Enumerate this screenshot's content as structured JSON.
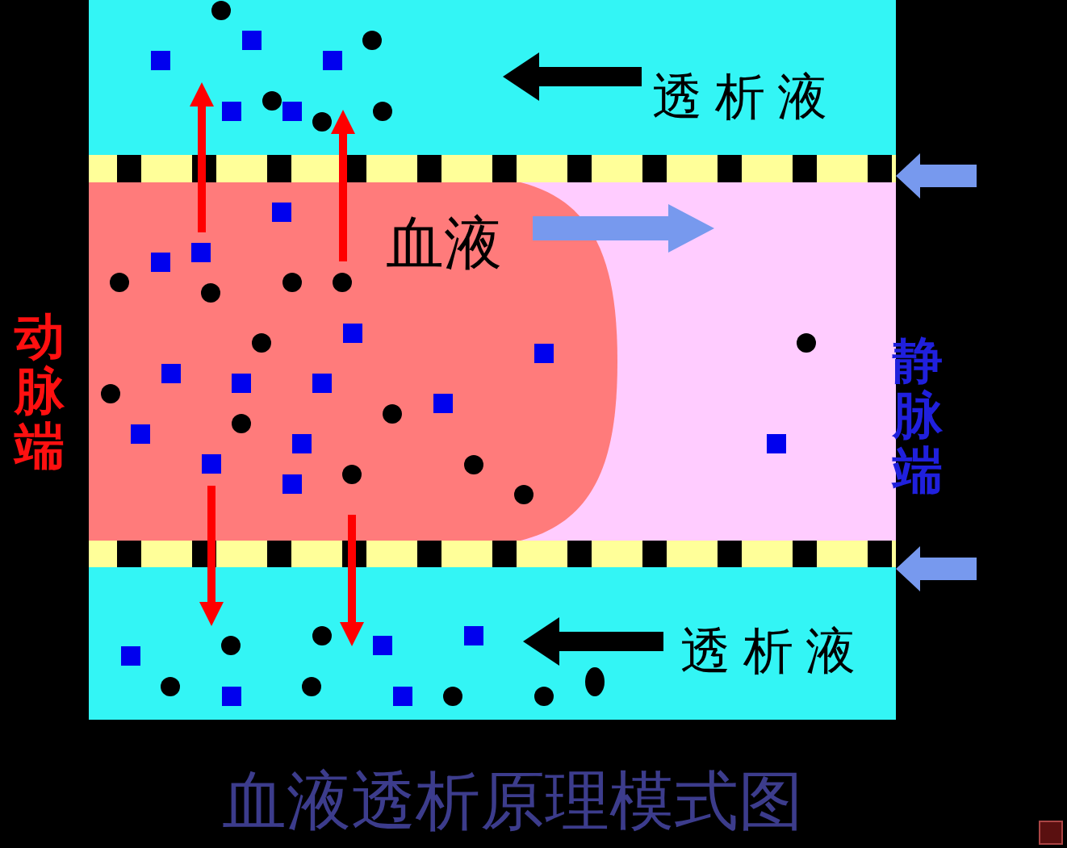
{
  "diagram": {
    "caption": "血液透析原理模式图",
    "nodes": [
      {
        "text": [
          "透 析 液"
        ]
      },
      {
        "text": [
          "血液"
        ]
      },
      {
        "text": [
          "透 析 液"
        ]
      }
    ],
    "edges": [
      {
        "from": 1,
        "to": 0,
        "arrow": "to"
      },
      {
        "from": 1,
        "to": 0,
        "arrow": "to"
      },
      {
        "from": 1,
        "to": 2,
        "arrow": "to"
      },
      {
        "from": 1,
        "to": 2,
        "arrow": "to"
      }
    ],
    "labels": [
      "动脉端",
      "静脉端"
    ]
  }
}
